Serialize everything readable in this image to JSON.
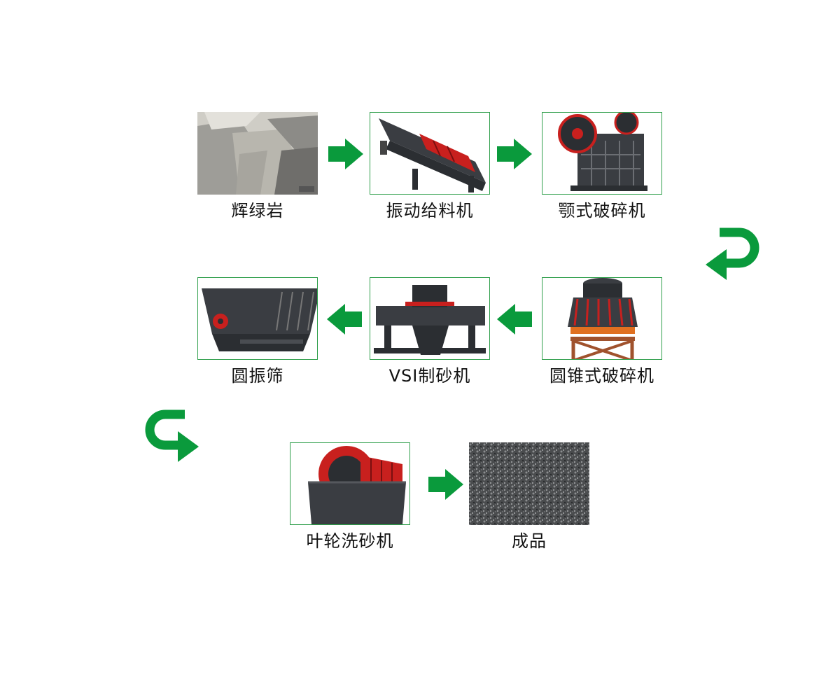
{
  "colors": {
    "accent": "#0a9a3c",
    "frame": "#2e9e4a",
    "machine_red": "#c8201e",
    "steel": "#3a3d42"
  },
  "steps": [
    {
      "label": "辉绿岩",
      "icon": "rock-photo"
    },
    {
      "label": "振动给料机",
      "icon": "vibrating-feeder"
    },
    {
      "label": "颚式破碎机",
      "icon": "jaw-crusher"
    },
    {
      "label": "圆锥式破碎机",
      "icon": "cone-crusher"
    },
    {
      "label": "VSI制砂机",
      "icon": "vsi-sand-maker"
    },
    {
      "label": "圆振筛",
      "icon": "circular-vibrating-screen"
    },
    {
      "label": "叶轮洗砂机",
      "icon": "wheel-sand-washer"
    },
    {
      "label": "成品",
      "icon": "finished-gravel-photo"
    }
  ]
}
